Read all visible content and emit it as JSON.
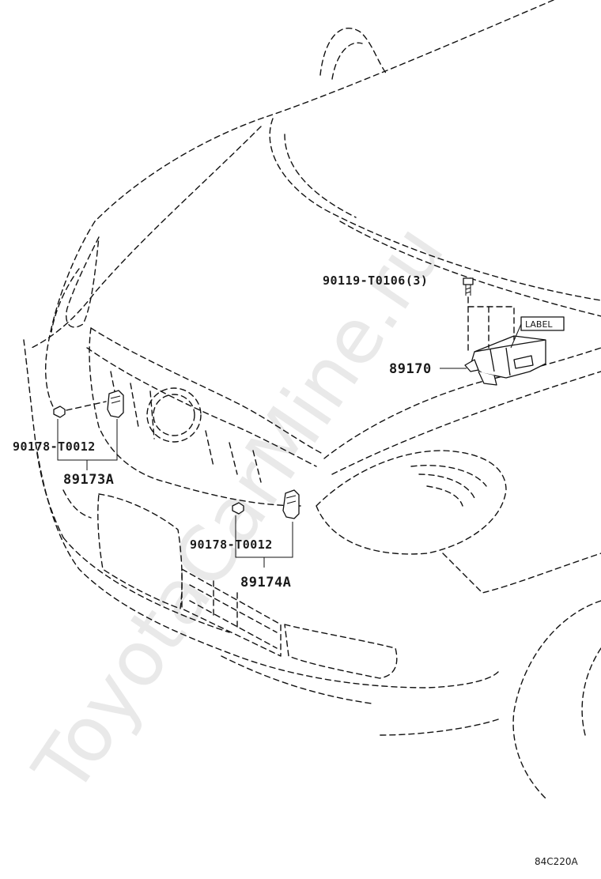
{
  "diagram": {
    "watermark": "ToyotaCarMine.ru",
    "diagram_code": "84C220A",
    "parts": {
      "bolt": "90119-T0106(3)",
      "control_unit": "89170",
      "label_tag": "LABEL",
      "nut_left": "90178-T0012",
      "sensor_left": "89173A",
      "nut_right": "90178-T0012",
      "sensor_right": "89174A"
    }
  }
}
